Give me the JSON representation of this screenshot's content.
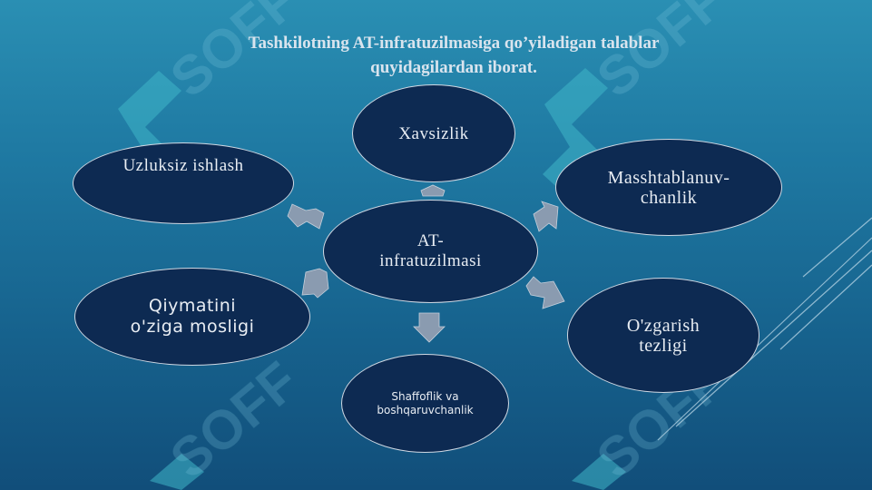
{
  "slide": {
    "title_line1": "Tashkilotning AT-infratuzilmasiga qo’yiladigan talablar",
    "title_line2": "quyidagilardan iborat."
  },
  "diagram": {
    "center": "AT-infratuzilmasi",
    "top": "Xavsizlik",
    "top_right": "Masshtablanuv-chanlik",
    "right": "O'zgarish tezligi",
    "bottom": "Shaffoflik va boshqaruvchanlik",
    "left": "Qiymatini o'ziga mosligi",
    "top_left": "Uzluksiz ishlash"
  },
  "watermark": {
    "text": "SOFF"
  },
  "colors": {
    "node_fill": "#0d2a52",
    "node_border": "#cfd8e3",
    "arrow": "#8a9bb0",
    "background": "#1f7aa3"
  }
}
